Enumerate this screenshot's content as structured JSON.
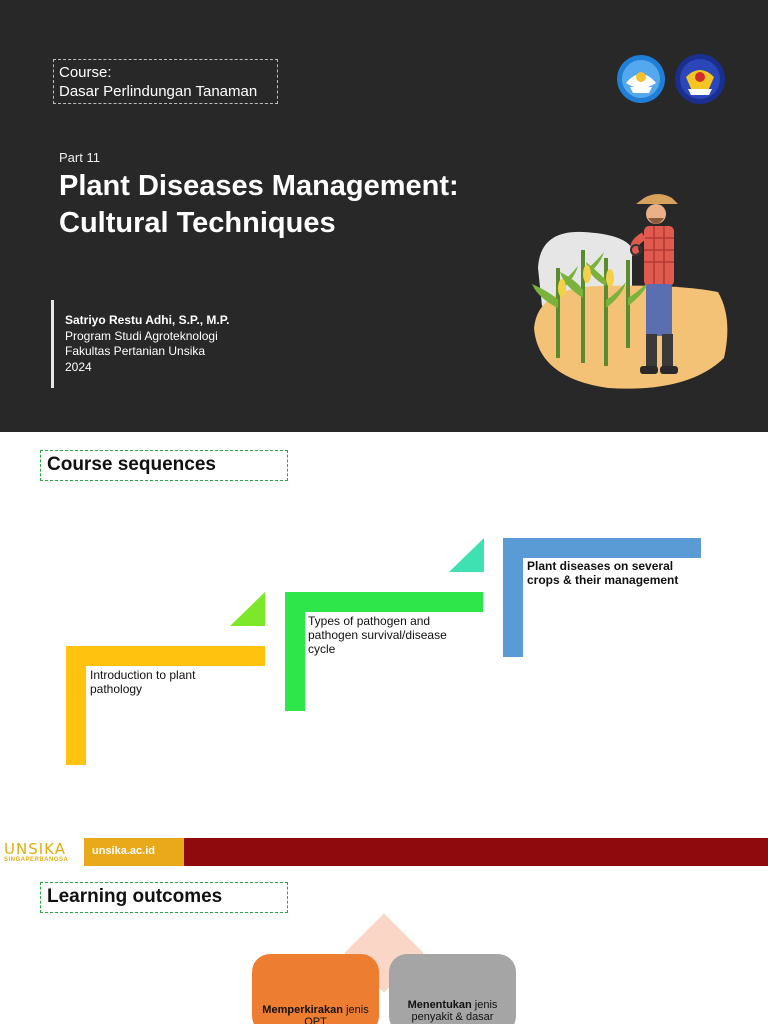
{
  "slide1": {
    "course_label": "Course:",
    "course_name": "Dasar Perlindungan Tanaman",
    "part": "Part 11",
    "title_line1": "Plant Diseases Management:",
    "title_line2": "Cultural Techniques",
    "author_name": "Satriyo Restu Adhi, S.P., M.P.",
    "program": "Program Studi Agroteknologi",
    "faculty": "Fakultas Pertanian Unsika",
    "year": "2024",
    "logos": [
      "tut-wuri-handayani-logo",
      "unsika-emblem-logo"
    ],
    "illustration": "farmer-inspecting-corn-illustration"
  },
  "slide2": {
    "section_title": "Course sequences",
    "steps": [
      {
        "label": "Introduction to plant pathology",
        "color": "#ffc20e"
      },
      {
        "label": "Types of pathogen and pathogen survival/disease cycle",
        "color": "#2ee64a"
      },
      {
        "label": "Plant diseases on several crops & their management",
        "color": "#5b9bd5"
      }
    ],
    "triangle_colors": [
      "#7de82a",
      "#3fe0b2"
    ],
    "footer": {
      "logo_text": "UNSIKA",
      "logo_subtext": "SINGAPERBANGSA",
      "url": "unsika.ac.id",
      "bar_color": "#8f0a0c",
      "accent_color": "#e9a91b"
    }
  },
  "slide3": {
    "section_title": "Learning outcomes",
    "cards": [
      {
        "bold": "Memperkirakan",
        "rest": " jenis OPT",
        "color": "#ed7d31"
      },
      {
        "bold": "Menentukan",
        "rest": " jenis penyakit & dasar",
        "color": "#a5a5a5"
      }
    ]
  }
}
